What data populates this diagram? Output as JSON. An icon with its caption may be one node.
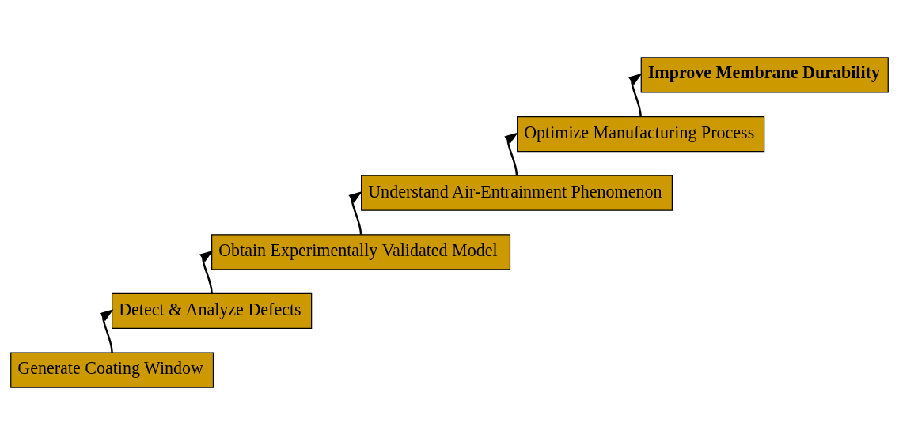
{
  "diagram": {
    "nodes": [
      {
        "text": [
          "Improve Membrane Durability"
        ]
      },
      {
        "text": [
          "Optimize Manufacturing Process"
        ]
      },
      {
        "text": [
          "Understand Air-Entrainment Phenomenon"
        ]
      },
      {
        "text": [
          "Obtain Experimentally Validated Model"
        ]
      },
      {
        "text": [
          "Detect & Analyze Defects"
        ]
      },
      {
        "text": [
          "Generate Coating Window"
        ]
      }
    ],
    "edges": [
      {
        "from": 5,
        "to": 4,
        "arrow": "to"
      },
      {
        "from": 4,
        "to": 3,
        "arrow": "to"
      },
      {
        "from": 3,
        "to": 2,
        "arrow": "to"
      },
      {
        "from": 2,
        "to": 1,
        "arrow": "to"
      },
      {
        "from": 1,
        "to": 0,
        "arrow": "to"
      }
    ]
  }
}
